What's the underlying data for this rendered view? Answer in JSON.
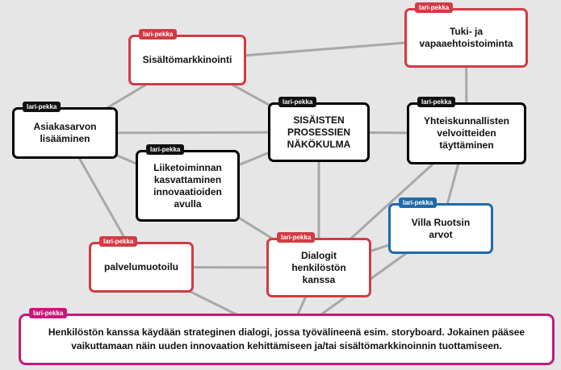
{
  "diagram": {
    "nodes": [
      {
        "id": "n1",
        "name": "node-sisaltomarkkinointi",
        "label": "Sisältömarkkinointi",
        "tag": "lari-pekka",
        "color": "red"
      },
      {
        "id": "n2",
        "name": "node-tuki-ja-vapaaehtoistoiminta",
        "label": "Tuki- ja\nvapaaehtoistoiminta",
        "tag": "lari-pekka",
        "color": "red"
      },
      {
        "id": "n3",
        "name": "node-asiakasarvon-lisaaminen",
        "label": "Asiakasarvon\nlisääminen",
        "tag": "lari-pekka",
        "color": "black"
      },
      {
        "id": "n4",
        "name": "node-sisaisten-prosessien-nakokulma",
        "label": "SISÄISTEN\nPROSESSIEN\nNÄKÖKULMA",
        "tag": "lari-pekka",
        "color": "black"
      },
      {
        "id": "n5",
        "name": "node-yhteiskunnallisten-velvoitteiden-tayttaminen",
        "label": "Yhteiskunnallisten\nvelvoitteiden\ntäyttäminen",
        "tag": "lari-pekka",
        "color": "black"
      },
      {
        "id": "n6",
        "name": "node-liiketoiminnan-kasvattaminen",
        "label": "Liiketoiminnan\nkasvattaminen\ninnovaatioiden\navulla",
        "tag": "lari-pekka",
        "color": "black"
      },
      {
        "id": "n7",
        "name": "node-villa-ruotsin-arvot",
        "label": "Villa Ruotsin\narvot",
        "tag": "lari-pekka",
        "color": "blue"
      },
      {
        "id": "n8",
        "name": "node-palvelumuotoilu",
        "label": "palvelumuotoilu",
        "tag": "lari-pekka",
        "color": "red"
      },
      {
        "id": "n9",
        "name": "node-dialogit-henkiloston-kanssa",
        "label": "Dialogit\nhenkilöstön\nkanssa",
        "tag": "lari-pekka",
        "color": "red"
      },
      {
        "id": "n10",
        "name": "node-henkiloston-kanssa-kaydaan",
        "label": "Henkilöstön kanssa käydään strateginen dialogi, jossa työvälineenä esim. storyboard. Jokainen pääsee\nvaikuttamaan näin uuden innovaation kehittämiseen ja/tai sisältömarkkinoinnin tuottamiseen.",
        "tag": "lari-pekka",
        "color": "magenta"
      }
    ],
    "edges": [
      [
        "n3",
        "n1"
      ],
      [
        "n1",
        "n4"
      ],
      [
        "n1",
        "n2"
      ],
      [
        "n2",
        "n5"
      ],
      [
        "n3",
        "n4"
      ],
      [
        "n3",
        "n6"
      ],
      [
        "n3",
        "n8"
      ],
      [
        "n6",
        "n4"
      ],
      [
        "n6",
        "n9"
      ],
      [
        "n4",
        "n5"
      ],
      [
        "n4",
        "n9"
      ],
      [
        "n5",
        "n9"
      ],
      [
        "n5",
        "n7"
      ],
      [
        "n7",
        "n9"
      ],
      [
        "n8",
        "n9"
      ],
      [
        "n8",
        "n10"
      ],
      [
        "n9",
        "n10"
      ],
      [
        "n7",
        "n10"
      ]
    ]
  }
}
